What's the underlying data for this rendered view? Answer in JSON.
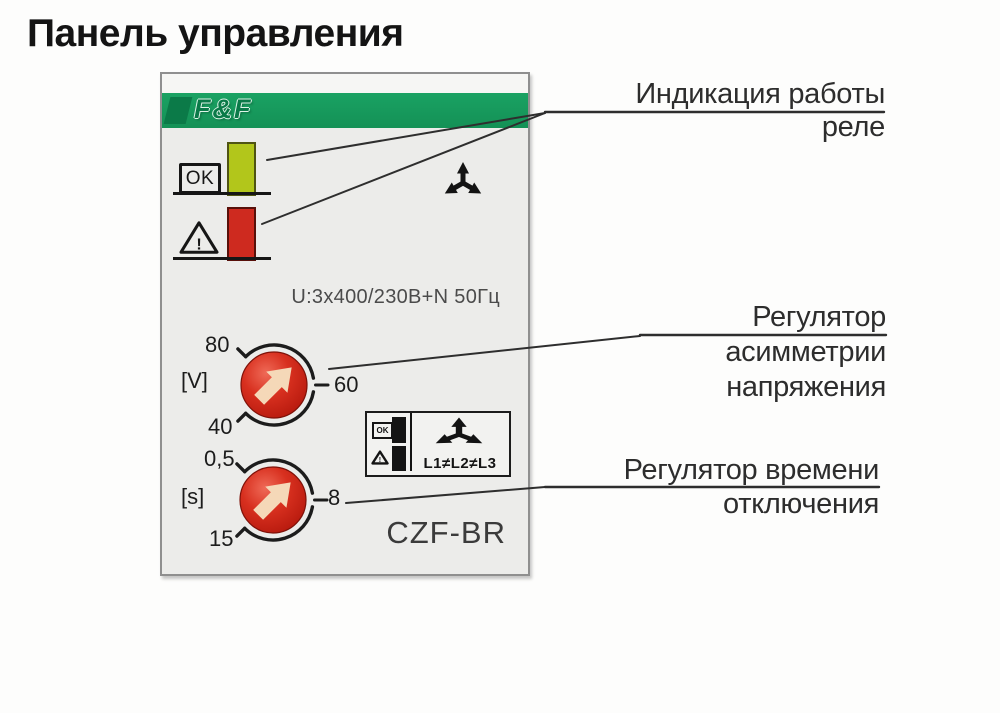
{
  "title": "Панель управления",
  "panel": {
    "brand": "F&F",
    "rating_text": "U:3x400/230В+N 50Гц",
    "model": "CZF-BR",
    "ok_indicator": {
      "label": "OK"
    },
    "warning_indicator": {
      "symbol": "!"
    },
    "voltage_knob": {
      "unit": "[V]",
      "tick_top": "80",
      "tick_right": "60",
      "tick_bottom": "40"
    },
    "time_knob": {
      "unit": "[s]",
      "tick_top": "0,5",
      "tick_right": "8",
      "tick_bottom": "15"
    },
    "legend": {
      "ok_mini": "OK",
      "warning_mini": "!",
      "phase_text": "L1≠L2≠L3"
    }
  },
  "callouts": {
    "relay_indication": {
      "lines": [
        "Индикация работы",
        "реле"
      ]
    },
    "asymmetry_regulator": {
      "lines": [
        "Регулятор",
        "асимметрии",
        "напряжения"
      ]
    },
    "time_regulator": {
      "lines": [
        "Регулятор времени",
        "отключения"
      ]
    }
  },
  "colors": {
    "brand_green": "#17985C",
    "led_ok_green": "#B2C61B",
    "led_alarm_red": "#CE2A1F",
    "knob_red": "#D32A1D",
    "panel_bg": "#ECECEA"
  }
}
